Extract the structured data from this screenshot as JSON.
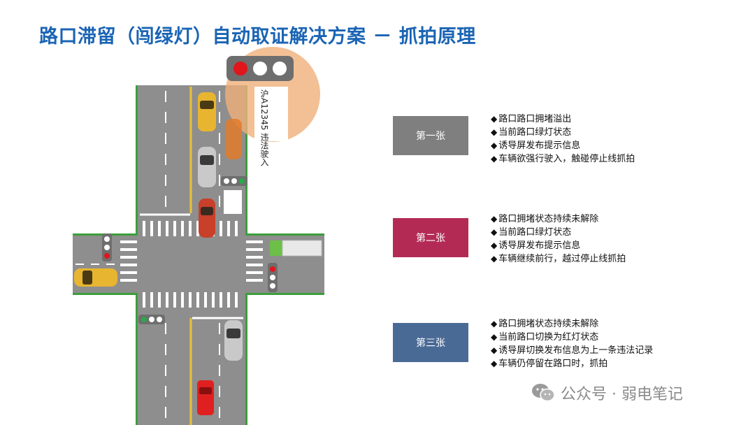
{
  "title": "路口滞留（闯绿灯）自动取证解决方案 － 抓拍原理",
  "plate_callout": {
    "plate": "沪A12345",
    "message": "违法驶入"
  },
  "steps": [
    {
      "label": "第一张",
      "color": "#7f7f7f",
      "bullets": [
        "路口路口拥堵溢出",
        "当前路口绿灯状态",
        "诱导屏发布提示信息",
        "车辆欲强行驶入，触碰停止线抓拍"
      ]
    },
    {
      "label": "第二张",
      "color": "#b32b55",
      "bullets": [
        "路口拥堵状态持续未解除",
        "当前路口绿灯状态",
        "诱导屏发布提示信息",
        "车辆继续前行，越过停止线抓拍"
      ]
    },
    {
      "label": "第三张",
      "color": "#4a6a96",
      "bullets": [
        "路口拥堵状态持续未解除",
        "当前路口切换为红灯状态",
        "诱导屏切换发布信息为上一条违法记录",
        "车辆仍停留在路口时，抓拍"
      ]
    }
  ],
  "watermark": "公众号 · 弱电笔记",
  "colors": {
    "title": "#1a64b4",
    "road": "#8e8e8e",
    "grass": "#3c9e3c",
    "callout": "#f0b07a"
  }
}
